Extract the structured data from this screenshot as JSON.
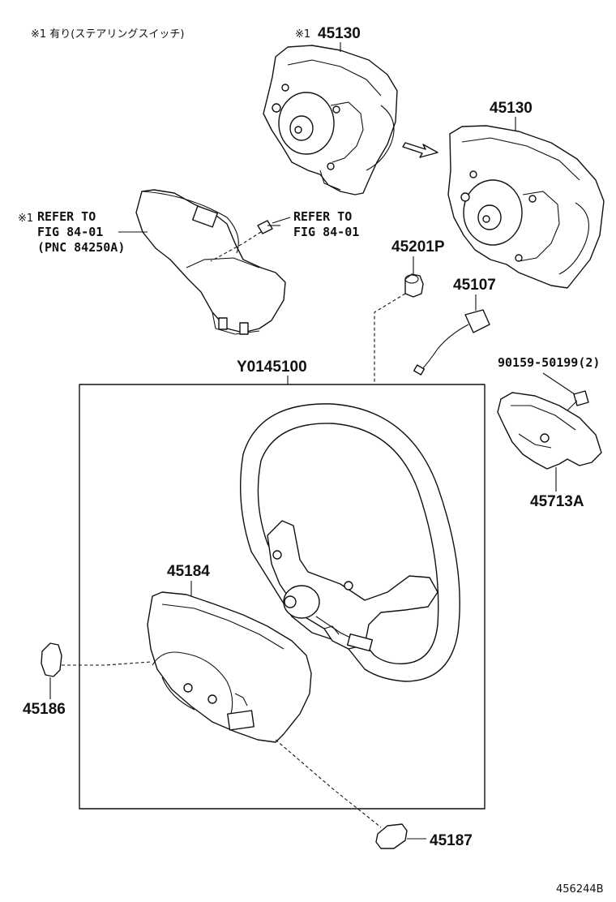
{
  "header_note": "※1 有り(ステアリングスイッチ)",
  "labels": {
    "pn_45130_marked_prefix": "※1",
    "pn_45130_marked": "45130",
    "pn_45130": "45130",
    "switch_ref_prefix": "※1",
    "switch_ref_line1": "REFER TO",
    "switch_ref_line2": "FIG 84-01",
    "switch_ref_line3": "(PNC 84250A)",
    "screw_ref_line1": "REFER TO",
    "screw_ref_line2": "FIG 84-01",
    "pn_45201p": "45201P",
    "pn_45107": "45107",
    "pn_y0145100": "Y0145100",
    "pn_90159": "90159-50199(2)",
    "pn_45713a": "45713A",
    "pn_45184": "45184",
    "pn_45186": "45186",
    "pn_45187": "45187",
    "figure_id": "456244B"
  }
}
